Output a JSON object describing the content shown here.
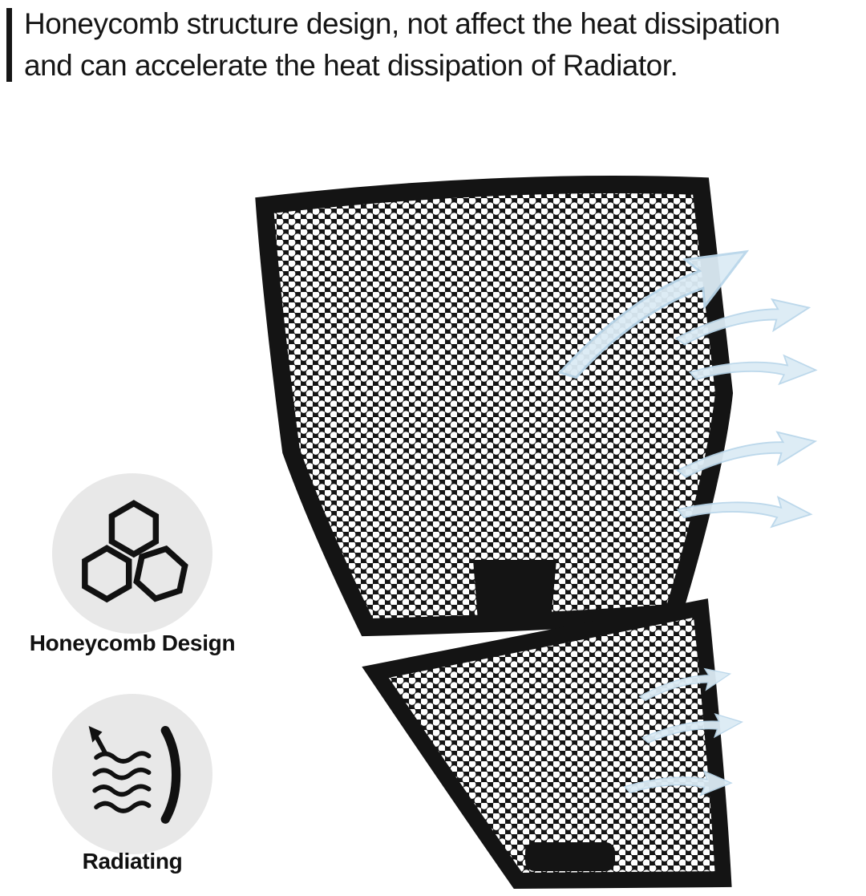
{
  "headline": {
    "line1": "Honeycomb structure design, not affect the heat dissipation",
    "line2": "and can accelerate the heat dissipation of Radiator."
  },
  "features": [
    {
      "label": "Honeycomb Design",
      "icon": "honeycomb-icon"
    },
    {
      "label": "Radiating",
      "icon": "radiating-icon"
    }
  ],
  "product": {
    "parts": [
      "upper radiator guard grille with honeycomb perforation",
      "lower radiator guard grille with honeycomb perforation"
    ],
    "airflow_arrows_upper": 5,
    "airflow_arrows_lower": 3
  },
  "colors": {
    "background": "#ffffff",
    "guard": "#141414",
    "holes": "#ffffff",
    "arrow_fill": "#dcebf5",
    "arrow_stroke": "#b9d6ea",
    "badge_background": "#e8e8e8",
    "text": "#161616"
  }
}
